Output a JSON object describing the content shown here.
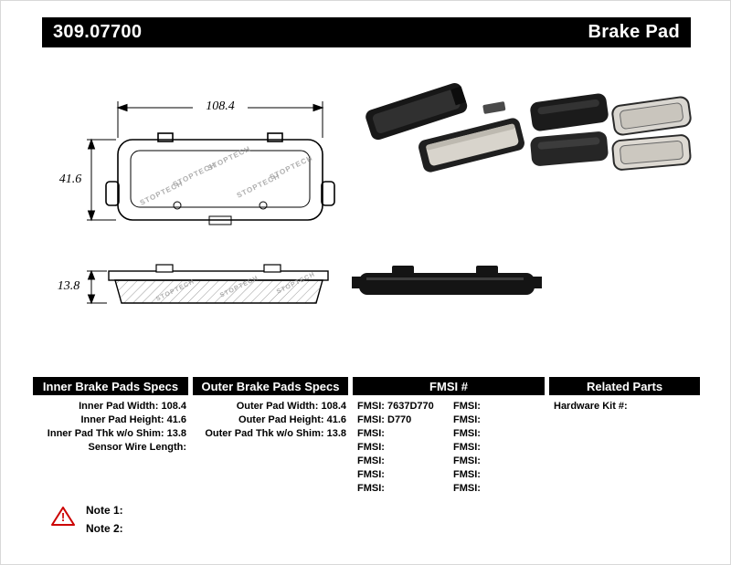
{
  "header": {
    "part_number": "309.07700",
    "title": "Brake Pad"
  },
  "drawing": {
    "watermark": "STOPTECH",
    "dims": {
      "width": "108.4",
      "height": "41.6",
      "thickness": "13.8"
    }
  },
  "specs": {
    "inner": {
      "header": "Inner Brake Pads Specs",
      "rows": [
        "Inner Pad Width: 108.4",
        "Inner Pad Height: 41.6",
        "Inner Pad Thk w/o Shim: 13.8",
        "Sensor Wire Length:"
      ]
    },
    "outer": {
      "header": "Outer Brake Pads Specs",
      "rows": [
        "Outer Pad Width: 108.4",
        "Outer Pad Height: 41.6",
        "Outer Pad Thk w/o Shim: 13.8"
      ]
    },
    "fmsi": {
      "header": "FMSI #",
      "left": [
        "FMSI: 7637D770",
        "FMSI: D770",
        "FMSI:",
        "FMSI:",
        "FMSI:",
        "FMSI:",
        "FMSI:"
      ],
      "right": [
        "FMSI:",
        "FMSI:",
        "FMSI:",
        "FMSI:",
        "FMSI:",
        "FMSI:",
        "FMSI:"
      ]
    },
    "related": {
      "header": "Related Parts",
      "rows": [
        "Hardware Kit #:"
      ]
    }
  },
  "notes": {
    "warning_icon": "!",
    "items": [
      "Note 1:",
      "Note 2:"
    ]
  }
}
